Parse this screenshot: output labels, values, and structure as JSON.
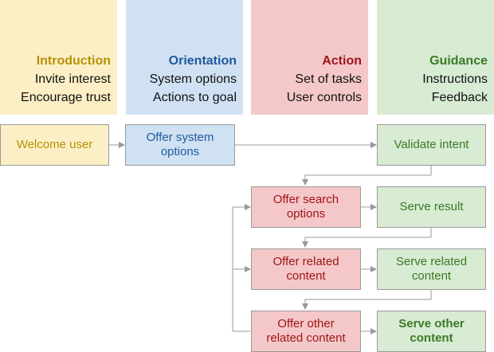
{
  "columns": [
    {
      "title": "Introduction",
      "line1": "Invite interest",
      "line2": "Encourage trust",
      "bg": "#fcefc6",
      "color": "#b79106"
    },
    {
      "title": "Orientation",
      "line1": "System options",
      "line2": "Actions to goal",
      "bg": "#d0e1f3",
      "color": "#1f5a9c"
    },
    {
      "title": "Action",
      "line1": "Set of tasks",
      "line2": "User controls",
      "bg": "#f4c8c8",
      "color": "#a0141a"
    },
    {
      "title": "Guidance",
      "line1": "Instructions",
      "line2": "Feedback",
      "bg": "#d8ebd3",
      "color": "#3b7a25"
    }
  ],
  "nodes": {
    "welcome": "Welcome user",
    "offer_system": "Offer system options",
    "validate": "Validate intent",
    "offer_search": "Offer search options",
    "serve_result": "Serve result",
    "offer_related": "Offer related content",
    "serve_related": "Serve related content",
    "offer_other": "Offer other related content",
    "serve_other": "Serve other content"
  }
}
